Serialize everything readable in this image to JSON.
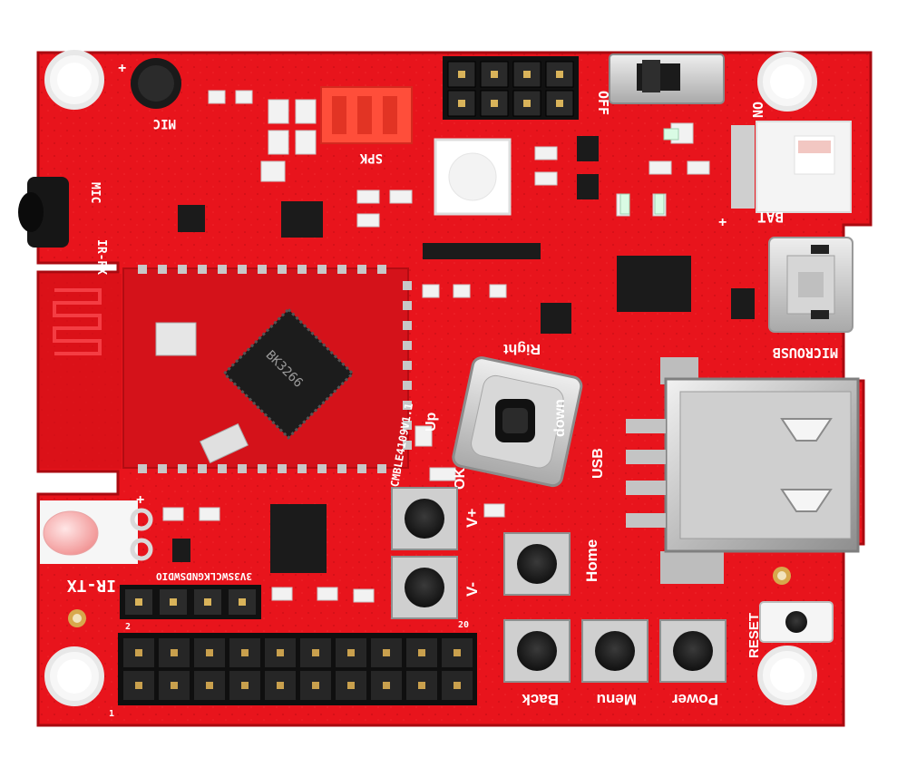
{
  "board": {
    "labels": {
      "mic": "MIC",
      "mic_side": "MIC",
      "ir_rx": "IR-RX",
      "ir_tx": "IR-TX",
      "spk": "SPK",
      "off": "OFF",
      "on": "ON",
      "bat": "BAT",
      "microusb": "MICROUSB",
      "usb": "USB",
      "right": "Right",
      "up": "Up",
      "down": "down",
      "ok": "OK",
      "v_plus": "V+",
      "v_minus": "V-",
      "home": "Home",
      "back": "Back",
      "menu": "Menu",
      "power": "Power",
      "reset": "RESET",
      "header_pins": "3V3SWCLKGNDSWDIO",
      "pin_2": "2",
      "pin_20": "20",
      "pin_1": "1",
      "module_label": "CMBLE4109V1.1",
      "plus_top": "+",
      "plus_bat": "+",
      "plus_tx": "+",
      "chip_main": "BK3266"
    },
    "colors": {
      "pcb": "#e8141c",
      "pcb_dark": "#b80c12",
      "silkscreen": "#ffffff",
      "chip": "#1c1c1c",
      "metal": "#c8c8c8"
    }
  }
}
